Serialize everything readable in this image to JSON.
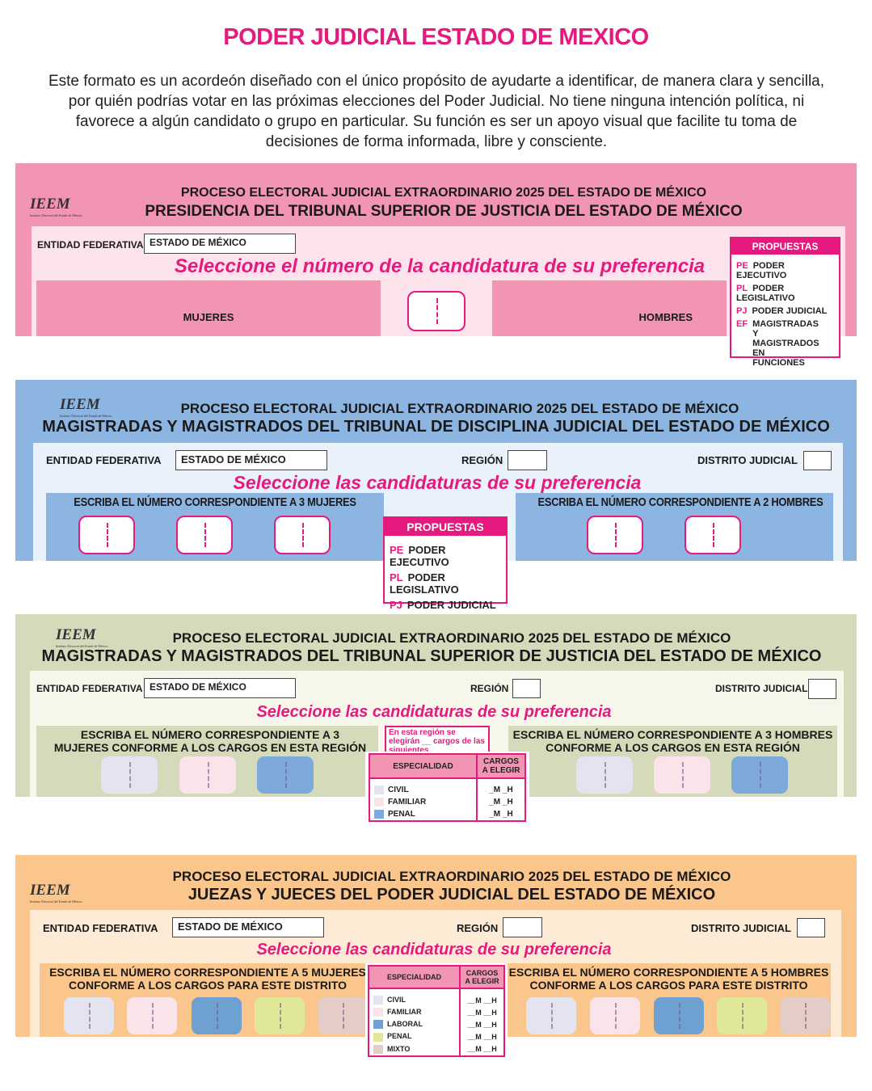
{
  "title": "PODER JUDICIAL ESTADO DE MEXICO",
  "intro": "Este formato es un acordeón diseñado con el único propósito de ayudarte a identificar, de manera clara y sencilla, por quién podrías votar en las próximas elecciones del Poder Judicial. No tiene ninguna intención política, ni favorece a algún candidato o grupo en particular. Su función es ser un apoyo visual que facilite tu toma de decisiones de forma informada, libre y consciente.",
  "common": {
    "logo": "IEEM",
    "logo_sub": "Instituto Electoral del Estado de México",
    "process": "PROCESO ELECTORAL JUDICIAL EXTRAORDINARIO 2025 DEL ESTADO DE MÉXICO",
    "entidad_label": "ENTIDAD FEDERATIVA",
    "entidad_value": "ESTADO DE MÉXICO",
    "region_label": "REGIÓN",
    "distrito_label": "DISTRITO JUDICIAL"
  },
  "sections": [
    {
      "heading": "PRESIDENCIA DEL TRIBUNAL SUPERIOR DE JUSTICIA DEL ESTADO DE MÉXICO",
      "select": "Seleccione el número de la candidatura de su preferencia",
      "women": "MUJERES",
      "men": "HOMBRES",
      "proposals": {
        "title": "PROPUESTAS",
        "items": [
          {
            "code": "PE",
            "label": "PODER EJECUTIVO"
          },
          {
            "code": "PL",
            "label": "PODER LEGISLATIVO"
          },
          {
            "code": "PJ",
            "label": "PODER JUDICIAL"
          },
          {
            "code": "EF",
            "label": "MAGISTRADAS Y MAGISTRADOS EN FUNCIONES"
          }
        ]
      }
    },
    {
      "heading": "MAGISTRADAS Y MAGISTRADOS DEL TRIBUNAL DE DISCIPLINA JUDICIAL DEL ESTADO DE MÉXICO",
      "select": "Seleccione las candidaturas de su preferencia",
      "women": "ESCRIBA EL NÚMERO CORRESPONDIENTE A 3 MUJERES",
      "men": "ESCRIBA EL NÚMERO CORRESPONDIENTE A 2 HOMBRES",
      "proposals": {
        "title": "PROPUESTAS",
        "items": [
          {
            "code": "PE",
            "label": "PODER EJECUTIVO"
          },
          {
            "code": "PL",
            "label": "PODER LEGISLATIVO"
          },
          {
            "code": "PJ",
            "label": "PODER JUDICIAL"
          }
        ]
      }
    },
    {
      "heading": "MAGISTRADAS Y MAGISTRADOS DEL TRIBUNAL SUPERIOR DE JUSTICIA DEL ESTADO DE MÉXICO",
      "select": "Seleccione las candidaturas de su preferencia",
      "women": "ESCRIBA EL NÚMERO CORRESPONDIENTE A 3 MUJERES CONFORME A LOS CARGOS EN ESTA REGIÓN",
      "men": "ESCRIBA EL NÚMERO CORRESPONDIENTE A 3 HOMBRES CONFORME A LOS CARGOS EN ESTA REGIÓN",
      "note": "En esta región se elegirán __ cargos de las siguientes",
      "table": {
        "col1": "ESPECIALIDAD",
        "col2": "CARGOS A ELEGIR",
        "m": "_M",
        "h": "_H",
        "rows": [
          {
            "name": "CIVIL",
            "color": "#e4e3f0"
          },
          {
            "name": "FAMILIAR",
            "color": "#fbe3ea"
          },
          {
            "name": "PENAL",
            "color": "#7eaadb"
          }
        ]
      }
    },
    {
      "heading": "JUEZAS Y JUECES DEL PODER JUDICIAL DEL ESTADO DE MÉXICO",
      "select": "Seleccione las candidaturas de su preferencia",
      "women": "ESCRIBA EL NÚMERO CORRESPONDIENTE A 5 MUJERES CONFORME A LOS CARGOS PARA ESTE DISTRITO",
      "men": "ESCRIBA EL NÚMERO CORRESPONDIENTE A 5 HOMBRES CONFORME A LOS CARGOS PARA ESTE DISTRITO",
      "table": {
        "col1": "ESPECIALIDAD",
        "col2": "CARGOS A ELEGIR",
        "m": "__M",
        "h": "__H",
        "rows": [
          {
            "name": "CIVIL",
            "color": "#e4e3f0"
          },
          {
            "name": "FAMILIAR",
            "color": "#fbe3ea"
          },
          {
            "name": "LABORAL",
            "color": "#6ea0d2"
          },
          {
            "name": "PENAL",
            "color": "#dfe897"
          },
          {
            "name": "MIXTO",
            "color": "#e5cdc7"
          }
        ]
      }
    }
  ]
}
